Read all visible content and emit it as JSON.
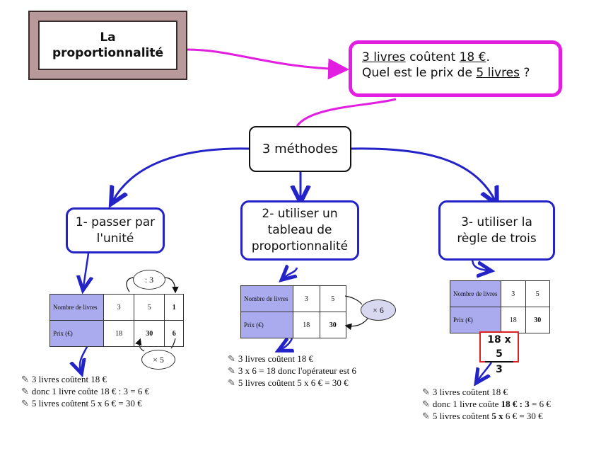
{
  "title": {
    "line1": "La",
    "line2": "proportionnalité"
  },
  "problem": {
    "n_books": "3 livres",
    "costs": " coûtent ",
    "price": "18 €",
    "dot": ".",
    "question_start": "Quel est le prix de ",
    "target": "5 livres",
    "question_end": " ?"
  },
  "center_node": "3 méthodes",
  "methods": [
    {
      "label_lines": [
        "1- passer par",
        "l'unité"
      ]
    },
    {
      "label_lines": [
        "2- utiliser un",
        "tableau de",
        "proportionnalité"
      ]
    },
    {
      "label_lines": [
        "3- utiliser la",
        "règle de trois"
      ]
    }
  ],
  "table1": {
    "row_headers": [
      "Nombre de livres",
      "Prix (€)"
    ],
    "row1": [
      "3",
      "5",
      "1"
    ],
    "row2": [
      "18",
      "30",
      "6"
    ],
    "op_top": ": 3",
    "op_bottom": "× 5"
  },
  "table2": {
    "row_headers": [
      "Nombre de livres",
      "Prix (€)"
    ],
    "row1": [
      "3",
      "5"
    ],
    "row2": [
      "18",
      "30"
    ],
    "op": "× 6"
  },
  "table3": {
    "row_headers": [
      "Nombre de livres",
      "Prix (€)"
    ],
    "row1": [
      "3",
      "5"
    ],
    "row2": [
      "18",
      "30"
    ]
  },
  "fraction": {
    "numerator": "18 x 5",
    "denominator": "3"
  },
  "steps1": [
    "3 livres coûtent 18 €",
    "donc 1 livre coûte 18 € : 3 = 6 €",
    "5 livres coûtent 5 x 6 € = 30 €"
  ],
  "steps2": [
    "3 livres coûtent 18 €",
    "3 x 6 = 18 donc l'opérateur est 6",
    "5 livres coûtent 5 x 6 € = 30 €"
  ],
  "steps3": {
    "line1": "3 livres coûtent 18 €",
    "line2_pre": "donc 1 livre coûte ",
    "line2_bold": "18 € : 3",
    "line2_post": " = 6 €",
    "line3_pre": "5 livres coûtent ",
    "line3_bold": "5 x",
    "line3_post": " 6 € = 30 €"
  },
  "colors": {
    "magenta": "#e21ee0",
    "blue": "#2323c8",
    "table_header": "#aaaaee",
    "frac_border": "#dd2222"
  },
  "icons": {
    "step_marker": "pencil-icon"
  }
}
